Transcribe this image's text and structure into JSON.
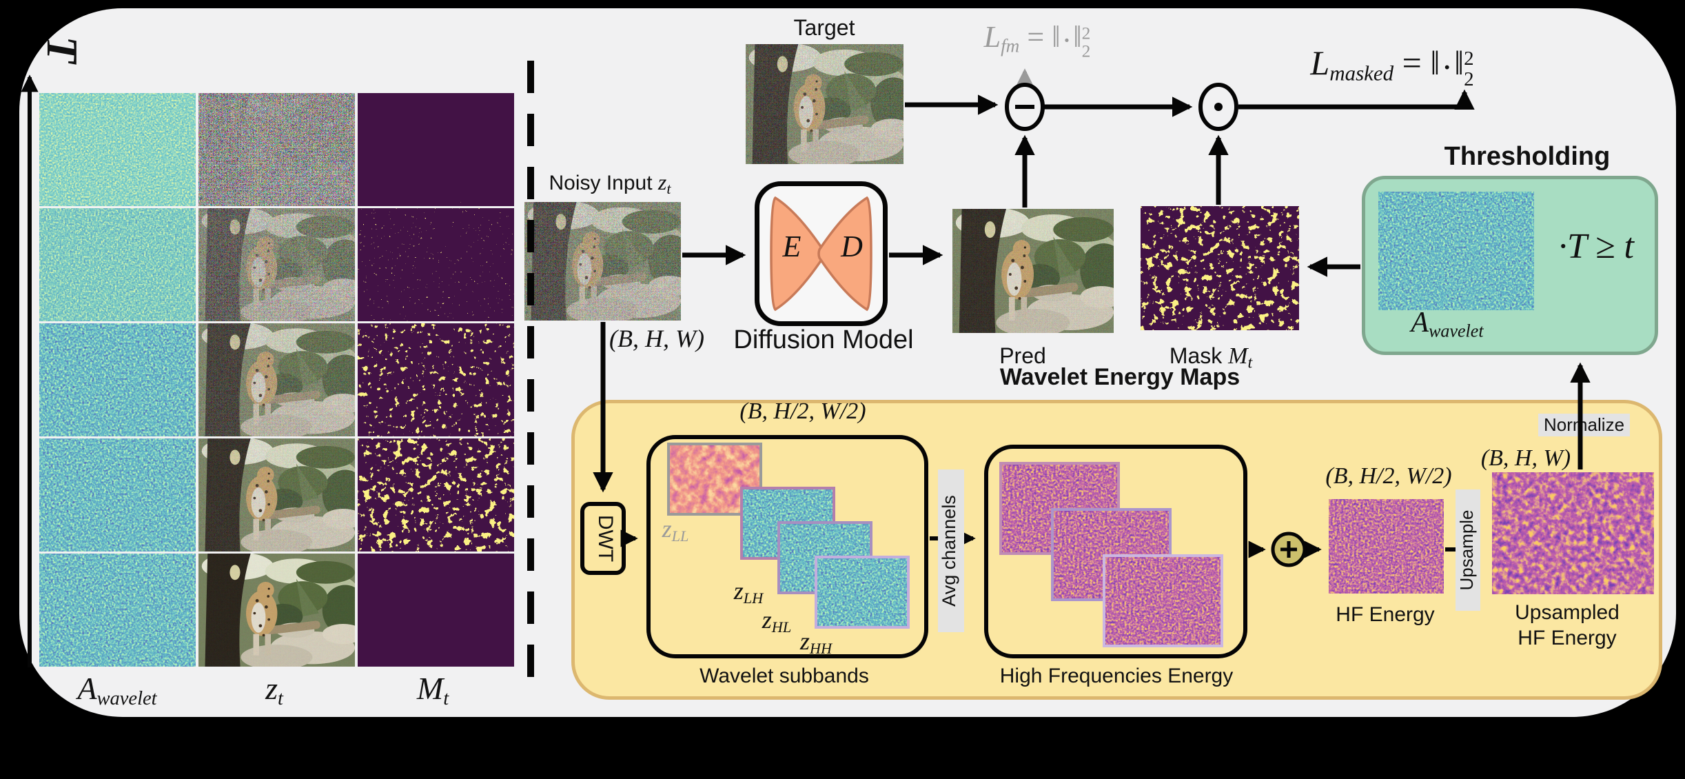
{
  "figure_title": "Masked wavelet-energy diffusion training pipeline",
  "colors": {
    "card_background": "#f1f1f2",
    "panel_yellow": "#fbe7a2",
    "panel_yellow_border": "#dcb76f",
    "threshold_green": "#a8ddc2",
    "threshold_green_border": "#7fa78e",
    "encoder_orange": "#f9a87e",
    "mask_purple": "#421245",
    "mask_yellow": "#f8e03c",
    "loss_fm_gray": "#9a9a9a"
  },
  "operators": {
    "subtract": "−",
    "hadamard_product": "⊙",
    "sum": "+"
  },
  "left_panel": {
    "time_axis_label": "T",
    "rows": 5,
    "columns": [
      {
        "label_base": "A",
        "label_sub": "wavelet"
      },
      {
        "label_base": "z",
        "label_sub": "t"
      },
      {
        "label_base": "M",
        "label_sub": "t"
      }
    ]
  },
  "top_flow": {
    "target_label": "Target",
    "noisy_input_label": "Noisy Input ",
    "noisy_var": "z",
    "noisy_sub": "t",
    "input_dims": "(B, H, W)",
    "diffusion": {
      "label": "Diffusion Model",
      "encoder": "E",
      "decoder": "D"
    },
    "pred_label": "Pred",
    "mask_label": "Mask ",
    "mask_var": "M",
    "mask_sub": "t"
  },
  "eq": {
    "fm": {
      "l": "L",
      "sub": "fm",
      "eq": " = ",
      "no": "‖",
      "dot": "·",
      "nc": "‖",
      "sup": "2",
      "sub2": "2"
    },
    "masked": {
      "l": "L",
      "sub": "masked",
      "eq": " = ",
      "no": "‖",
      "dot": "·",
      "nc": "‖",
      "sup": "2",
      "sub2": "2"
    }
  },
  "thresholding": {
    "title": "Thresholding",
    "map_base": "A",
    "map_sub": "wavelet",
    "expression": "·T ≥ t"
  },
  "panel": {
    "title": "Wavelet Energy Maps",
    "dwt": "DWT",
    "dims_half": "(B, H/2, W/2)",
    "dims_full": "(B, H, W)",
    "subbands": [
      {
        "base": "z",
        "sub": "LL"
      },
      {
        "base": "z",
        "sub": "LH"
      },
      {
        "base": "z",
        "sub": "HL"
      },
      {
        "base": "z",
        "sub": "HH"
      }
    ],
    "subbands_box_label": "Wavelet subbands",
    "avg_channels": "Avg channels",
    "hf_box_label": "High Frequencies Energy",
    "hf_energy_label": "HF Energy",
    "upsample": "Upsample",
    "normalize": "Normalize",
    "upsampled_line1": "Upsampled",
    "upsampled_line2": "HF Energy"
  }
}
